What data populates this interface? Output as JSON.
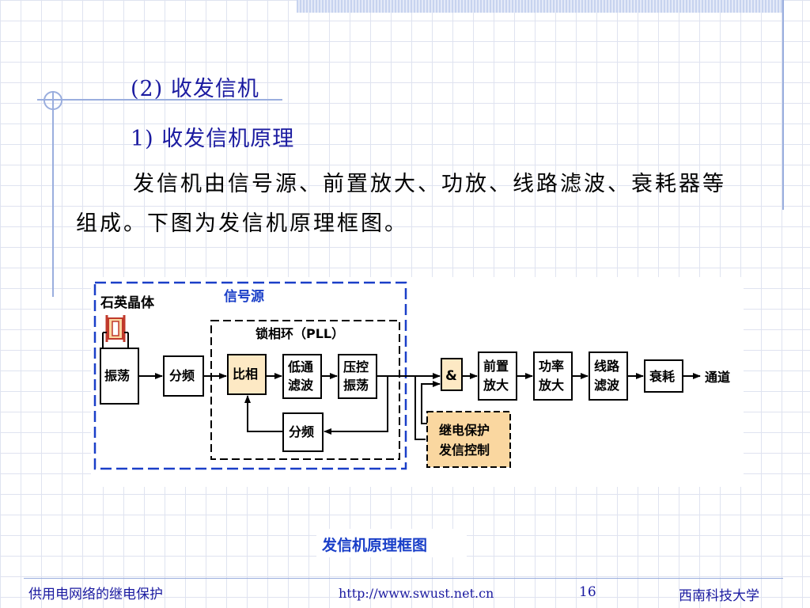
{
  "heading1": "(2) 收发信机",
  "heading2": "1) 收发信机原理",
  "body": "发信机由信号源、前置放大、功放、线路滤波、衰耗器等组成。下图为发信机原理框图。",
  "diagram": {
    "crystal_label": "石英晶体",
    "signal_source_label": "信号源",
    "pll_label": "锁相环（PLL）",
    "blocks": {
      "oscillator": "振荡",
      "divider1": "分频",
      "phase_compare": "比相",
      "lowpass_1": "低通",
      "lowpass_2": "滤波",
      "vco_1": "压控",
      "vco_2": "振荡",
      "divider2": "分频",
      "and_gate": "&",
      "preamp_1": "前置",
      "preamp_2": "放大",
      "power_amp_1": "功率",
      "power_amp_2": "放大",
      "line_filter_1": "线路",
      "line_filter_2": "滤波",
      "attenuator": "衰耗",
      "relay_control_1": "继电保护",
      "relay_control_2": "发信控制"
    },
    "channel_label": "通道",
    "caption": "发信机原理框图"
  },
  "footer": {
    "left": "供用电网络的继电保护",
    "url": "http://www.swust.net.cn",
    "page": "16",
    "right": "西南科技大学"
  },
  "colors": {
    "heading": "#1a1aa0",
    "dash_blue": "#1a3fc8",
    "phase_block_fill": "#fde9c4",
    "relay_block_fill": "#fad7a0"
  }
}
